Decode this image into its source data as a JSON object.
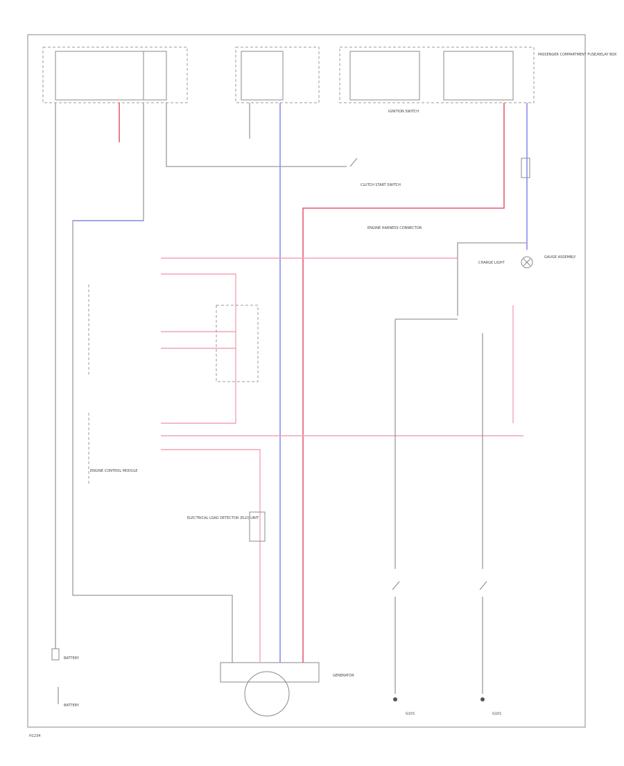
{
  "labels": {
    "battery": "BATTERY",
    "battery_sub": "BATTERY",
    "generator": "GENERATOR",
    "ignition_switch": "IGNITION SWITCH",
    "clutch_start": "CLUTCH START SWITCH",
    "passenger_fuse": "PASSENGER COMPARTMENT FUSE/RELAY BOX",
    "engine_harness_conn": "ENGINE HARNESS CONNECTOR",
    "charge_light": "CHARGE LIGHT",
    "gauge_assembly": "GAUGE ASSEMBLY",
    "ecm_pcm": "ENGINE CONTROL MODULE",
    "elc_unit": "ELECTRICAL LOAD DETECTOR (ELD) UNIT",
    "ground_left": "G101",
    "ground_right": "G101",
    "corner_tag": "H1234"
  },
  "colors": {
    "frame": "#888888",
    "wire_red": "#e85a6e",
    "wire_pink": "#f4a4b4",
    "wire_blue": "#8a8cf0",
    "wire_gray": "#9a9a9a"
  }
}
